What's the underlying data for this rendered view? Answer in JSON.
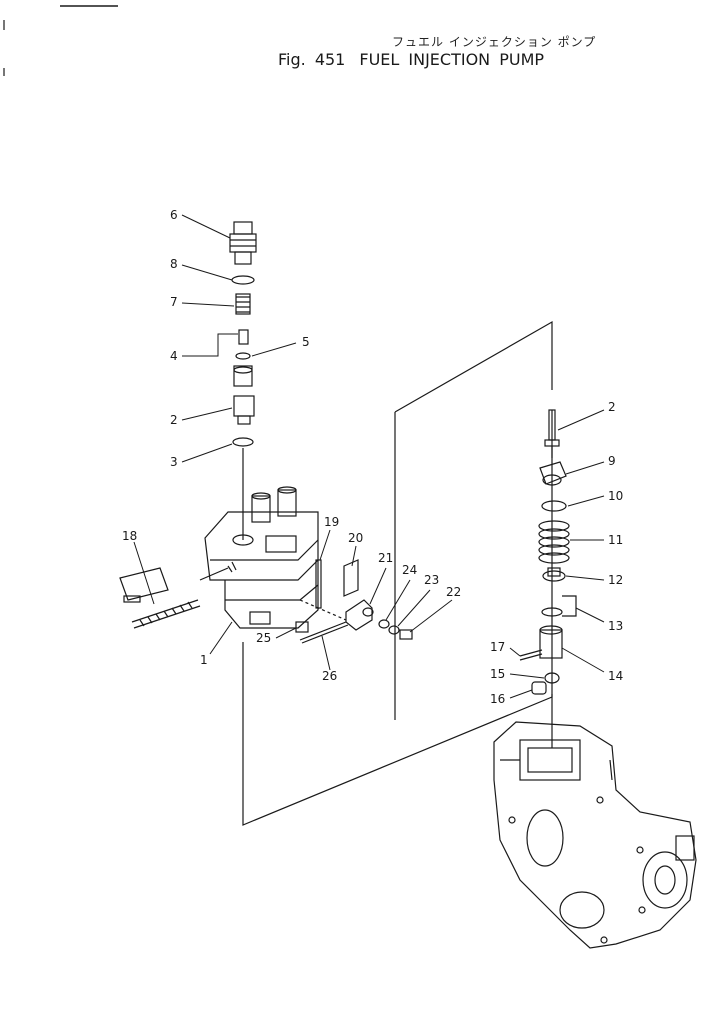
{
  "header": {
    "title_jp": "フュエル インジェクション ポンプ",
    "fig_label": "Fig. 451",
    "title_en": "FUEL INJECTION PUMP"
  },
  "callouts": [
    "1",
    "2",
    "2",
    "3",
    "4",
    "5",
    "6",
    "7",
    "8",
    "9",
    "10",
    "11",
    "12",
    "13",
    "14",
    "15",
    "16",
    "17",
    "18",
    "19",
    "20",
    "21",
    "22",
    "23",
    "24",
    "25",
    "26"
  ],
  "colors": {
    "ink": "#1a1a1a",
    "paper": "#ffffff"
  }
}
